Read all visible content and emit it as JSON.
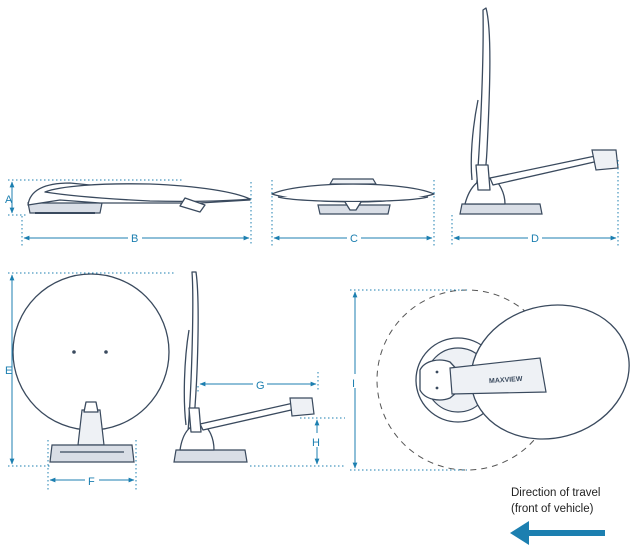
{
  "dimension_labels": {
    "A": "A",
    "B": "B",
    "C": "C",
    "D": "D",
    "E": "E",
    "F": "F",
    "G": "G",
    "H": "H",
    "I": "I"
  },
  "brand_text": "MAXVIEW",
  "caption": {
    "line1": "Direction of travel",
    "line2": "(front of vehicle)"
  },
  "colors": {
    "accent": "#1c7fb0",
    "outline": "#3a4a5e",
    "text": "#222222"
  },
  "icons": {
    "direction_arrow": "arrow-left-icon"
  }
}
